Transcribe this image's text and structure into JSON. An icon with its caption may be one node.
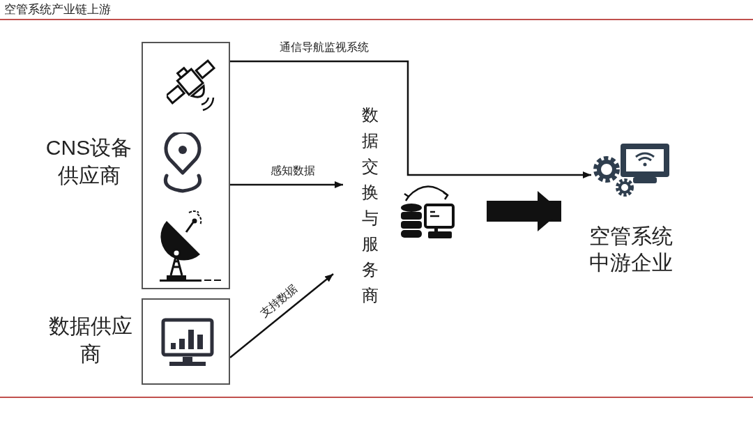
{
  "diagram": {
    "title": "空管系统产业链上游",
    "nodes": [
      {
        "text": [],
        "shape": "box",
        "beside": [
          "CNS设备供应商"
        ]
      },
      {
        "text": [],
        "shape": "box",
        "beside": [
          "数据供应商"
        ]
      },
      {
        "text": [
          "数据交换与服务商"
        ]
      },
      {
        "text": [],
        "shape": "picture"
      },
      {
        "text": [
          "空管系统中游企业"
        ]
      },
      {
        "text": [],
        "shape": "picture",
        "in": 4
      }
    ],
    "edges": [
      {
        "from": 0,
        "to": 5,
        "arrow": "to",
        "label": "通信导航监视系统"
      },
      {
        "from": 0,
        "to": 2,
        "arrow": "to",
        "label": "感知数据"
      },
      {
        "from": 1,
        "to": 2,
        "arrow": "to",
        "label": "支持数据"
      },
      {
        "from": 3,
        "to": 4,
        "arrow": "to",
        "style": "thick"
      }
    ]
  }
}
